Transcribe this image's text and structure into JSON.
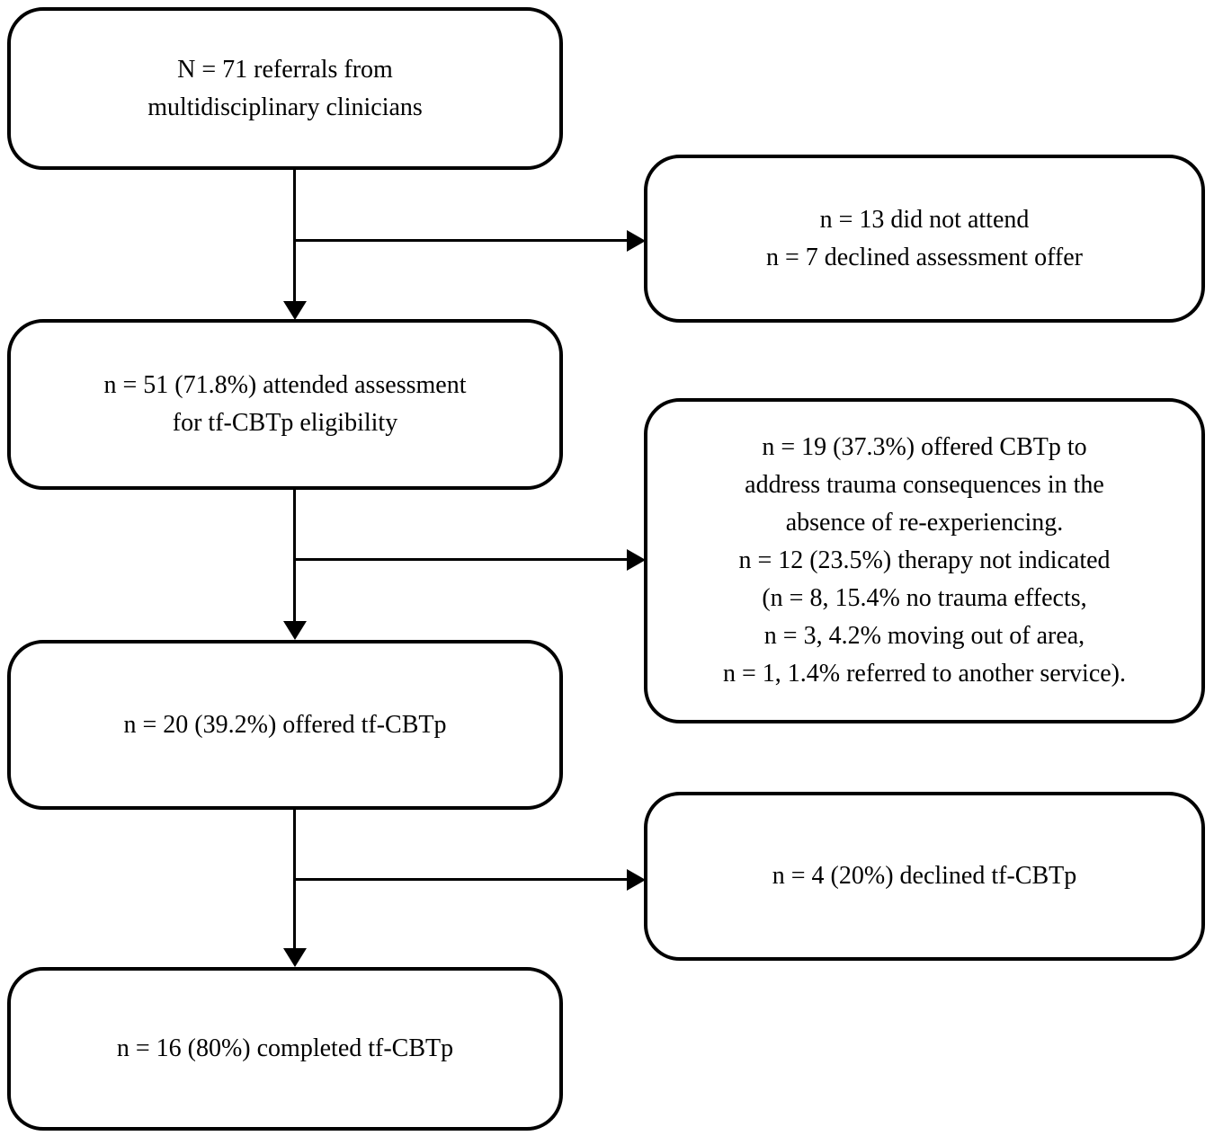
{
  "figure": {
    "type": "participant-flow-diagram",
    "background_color": "#ffffff",
    "box_border_color": "#000000",
    "text_color": "#000000"
  },
  "nodes": {
    "referrals": {
      "lines": [
        "N = 71 referrals from",
        "multidisciplinary clinicians"
      ]
    },
    "did_not_attend": {
      "lines": [
        "n = 13 did not attend",
        "n = 7 declined assessment offer"
      ]
    },
    "attended_assessment": {
      "lines": [
        "n = 51 (71.8%) attended assessment",
        "for tf-CBTp eligibility"
      ]
    },
    "exclusion_reasons": {
      "lines": [
        "n = 19 (37.3%) offered CBTp to",
        "address trauma consequences in the",
        "absence of re-experiencing.",
        "n = 12 (23.5%) therapy not indicated",
        "(n = 8, 15.4% no trauma effects,",
        "n = 3, 4.2% moving out of area,",
        "n = 1, 1.4% referred to another service)."
      ]
    },
    "offered_tfcbtp": {
      "lines": [
        "n = 20 (39.2%) offered tf-CBTp"
      ]
    },
    "declined_tfcbtp": {
      "lines": [
        "n = 4 (20%) declined tf-CBTp"
      ]
    },
    "completed_tfcbtp": {
      "lines": [
        "n = 16 (80%) completed tf-CBTp"
      ]
    }
  }
}
